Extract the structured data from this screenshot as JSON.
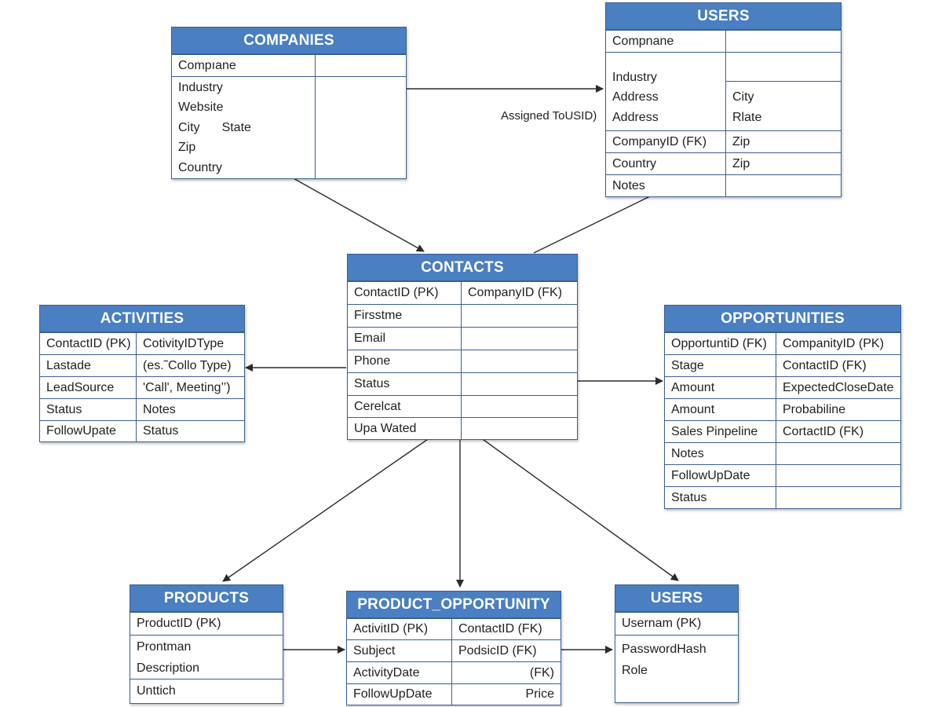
{
  "entities": {
    "companies": {
      "title": "COMPANIES",
      "r1": "Compıane",
      "industry": "Industry",
      "website": "Website",
      "city": "City",
      "state": "State",
      "zip": "Zip",
      "country": "Country"
    },
    "users_top": {
      "title": "USERS",
      "r1": "Compnane",
      "industry": "Industry",
      "address1": "Address",
      "address2": "Address",
      "city": "City",
      "riate": "Rlate",
      "r3a": "CompanyID (FK)",
      "r3b": "Zip",
      "r4a": "Country",
      "r4b": "Zip",
      "r5a": "Notes"
    },
    "contacts": {
      "title": "CONTACTS",
      "rows": [
        [
          "ContactID (PK)",
          "CompanyID (FK)"
        ],
        [
          "Firsstme",
          ""
        ],
        [
          "Email",
          ""
        ],
        [
          "Phone",
          ""
        ],
        [
          "Status",
          ""
        ],
        [
          "Cerelcat",
          ""
        ],
        [
          "Upa Wated",
          ""
        ]
      ]
    },
    "activities": {
      "title": "ACTIVITIES",
      "rows": [
        [
          "ContactID (PK)",
          "CotivityIDType"
        ],
        [
          "Lastade",
          "(es.˜Collo Type)"
        ],
        [
          "LeadSource",
          "'Call', Meeting’’)"
        ],
        [
          "Status",
          "Notes"
        ],
        [
          "FollowUpate",
          "Status"
        ]
      ]
    },
    "opportunities": {
      "title": "OPPORTUNITIES",
      "rows": [
        [
          "OpportuntiD (FK)",
          "CompanityID (PK)"
        ],
        [
          "Stage",
          "ContactID (FK)"
        ],
        [
          "Amount",
          "ExpectedCloseDate"
        ],
        [
          "Amount",
          "Probabiline"
        ],
        [
          "Sales Pinpeline",
          "CortactID (FK)"
        ],
        [
          "Notes",
          ""
        ],
        [
          "FollowUpDate",
          ""
        ],
        [
          "Status",
          ""
        ]
      ]
    },
    "products": {
      "title": "PRODUCTS",
      "r1": "ProductID (PK)",
      "prontman": "Prontman",
      "description": "Description",
      "r3": "Unttich"
    },
    "product_opportunity": {
      "title": "PRODUCT_OPPORTUNITY",
      "rows": [
        [
          "ActivitID (PK)",
          "ContactID (FK)"
        ],
        [
          "Subject",
          "PodsicID  (FK)"
        ],
        [
          "ActivityDate",
          "(FK)"
        ],
        [
          "FollowUpDate",
          "Price"
        ]
      ]
    },
    "users_bottom": {
      "title": "USERS",
      "r1": "Usernam (PK)",
      "passwordhash": "PasswordHash",
      "role": "Role"
    }
  },
  "edge_labels": {
    "assigned": "Assigned ToUSID)"
  },
  "colors": {
    "header_fill": "#4a7fc1",
    "border": "#3c5f8f",
    "connector": "#2b2b2b"
  }
}
